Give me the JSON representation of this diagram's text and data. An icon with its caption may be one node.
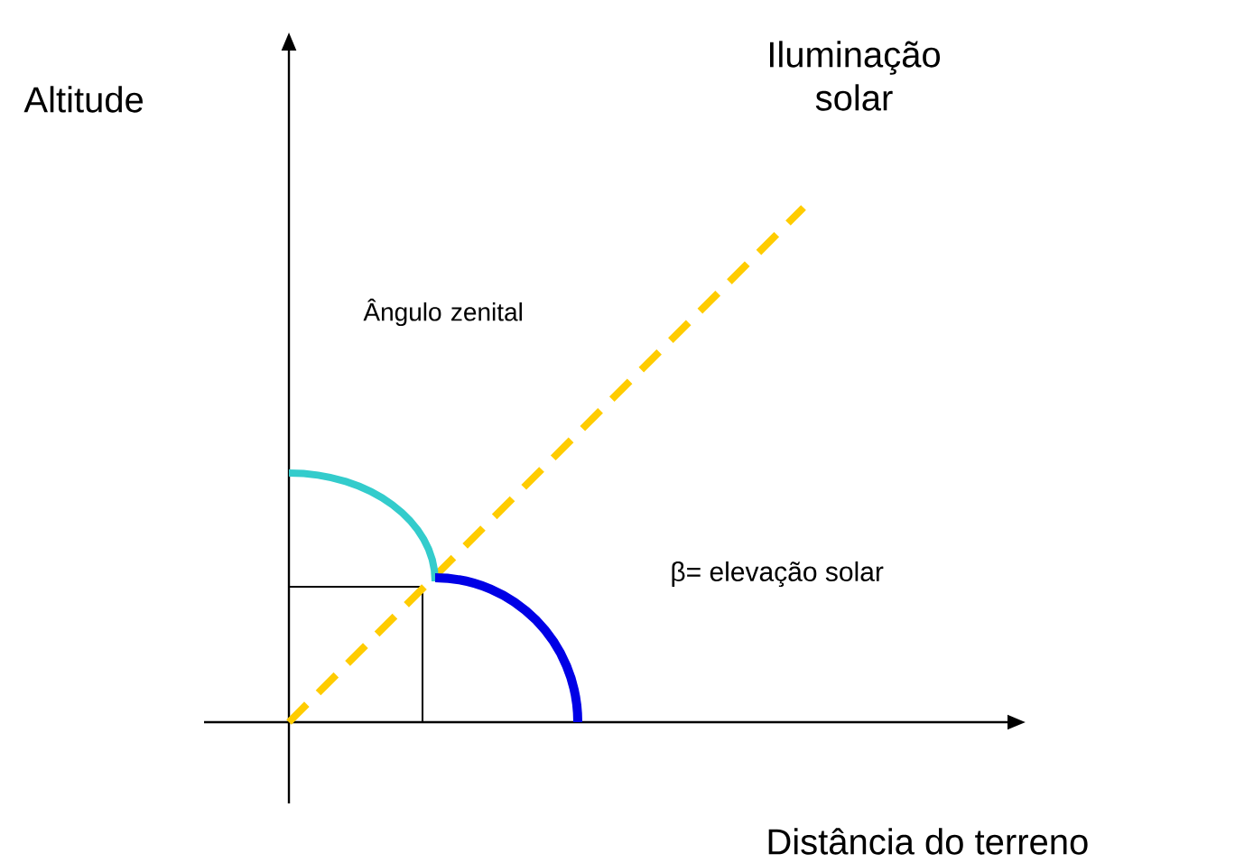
{
  "diagram": {
    "labels": [
      "Altitude",
      "Iluminação solar",
      "Ângulo zenital",
      "β= elevação solar",
      "Distância do terreno"
    ]
  }
}
